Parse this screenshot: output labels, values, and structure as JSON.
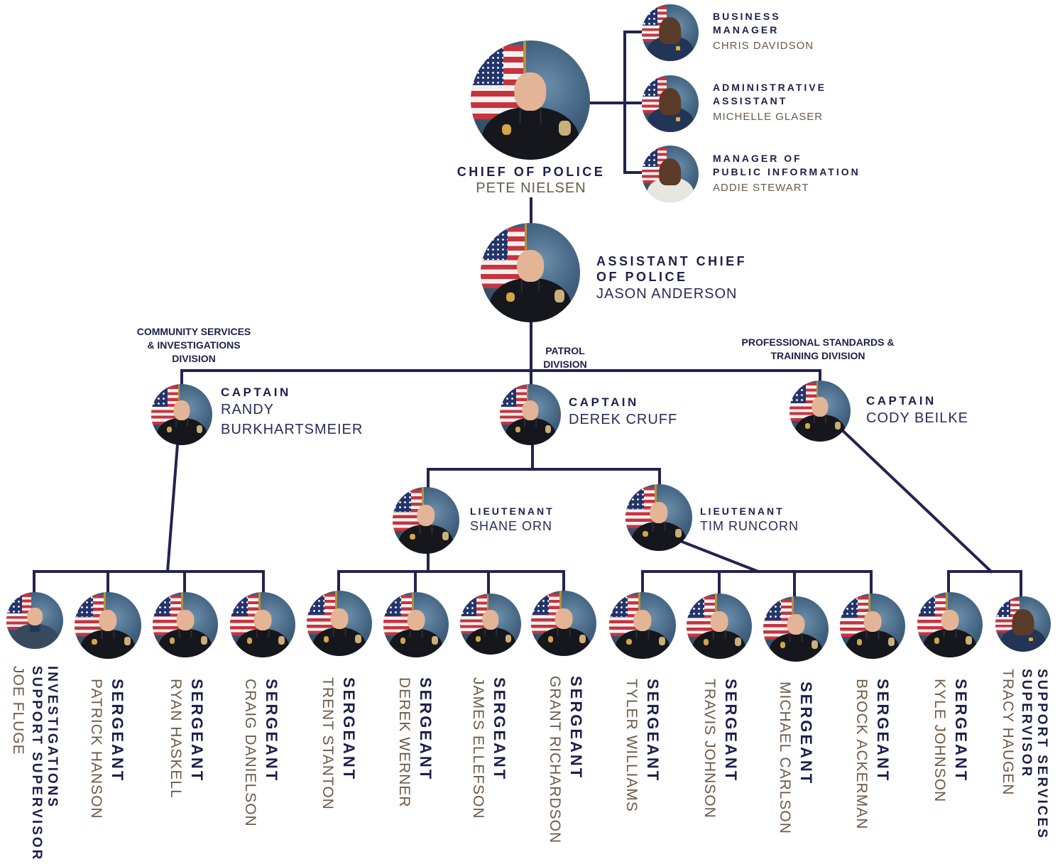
{
  "chief": {
    "role": "CHIEF OF POLICE",
    "name": "PETE NIELSEN"
  },
  "staff": [
    {
      "role_line1": "BUSINESS",
      "role_line2": "MANAGER",
      "name": "CHRIS DAVIDSON"
    },
    {
      "role_line1": "ADMINISTRATIVE",
      "role_line2": "ASSISTANT",
      "name": "MICHELLE GLASER"
    },
    {
      "role_line1": "MANAGER OF",
      "role_line2": "PUBLIC INFORMATION",
      "name": "ADDIE STEWART"
    }
  ],
  "assistant_chief": {
    "role_line1": "ASSISTANT CHIEF",
    "role_line2": "OF POLICE",
    "name": "JASON ANDERSON"
  },
  "divisions": {
    "community": [
      "COMMUNITY SERVICES",
      "& INVESTIGATIONS",
      "DIVISION"
    ],
    "patrol": [
      "PATROL",
      "DIVISION"
    ],
    "professional": [
      "PROFESSIONAL STANDARDS &",
      "TRAINING DIVISION"
    ]
  },
  "captains": [
    {
      "role": "CAPTAIN",
      "name_line1": "RANDY",
      "name_line2": "BURKHARTSMEIER"
    },
    {
      "role": "CAPTAIN",
      "name_line1": "DEREK CRUFF",
      "name_line2": ""
    },
    {
      "role": "CAPTAIN",
      "name_line1": "CODY BEILKE",
      "name_line2": ""
    }
  ],
  "lieutenants": [
    {
      "role": "LIEUTENANT",
      "name": "SHANE ORN"
    },
    {
      "role": "LIEUTENANT",
      "name": "TIM RUNCORN"
    }
  ],
  "sergeants": [
    {
      "role_line1": "INVESTIGATIONS",
      "role_line2": "SUPPORT SUPERVISOR",
      "name": "JOE FLUGE"
    },
    {
      "role_line1": "SERGEANT",
      "role_line2": "",
      "name": "PATRICK HANSON"
    },
    {
      "role_line1": "SERGEANT",
      "role_line2": "",
      "name": "RYAN HASKELL"
    },
    {
      "role_line1": "SERGEANT",
      "role_line2": "",
      "name": "CRAIG DANIELSON"
    },
    {
      "role_line1": "SERGEANT",
      "role_line2": "",
      "name": "TRENT STANTON"
    },
    {
      "role_line1": "SERGEANT",
      "role_line2": "",
      "name": "DEREK WERNER"
    },
    {
      "role_line1": "SERGEANT",
      "role_line2": "",
      "name": "JAMES ELLEFSON"
    },
    {
      "role_line1": "SERGEANT",
      "role_line2": "",
      "name": "GRANT RICHARDSON"
    },
    {
      "role_line1": "SERGEANT",
      "role_line2": "",
      "name": "TYLER WILLIAMS"
    },
    {
      "role_line1": "SERGEANT",
      "role_line2": "",
      "name": "TRAVIS JOHNSON"
    },
    {
      "role_line1": "SERGEANT",
      "role_line2": "",
      "name": "MICHAEL CARLSON"
    },
    {
      "role_line1": "SERGEANT",
      "role_line2": "",
      "name": "BROCK ACKERMAN"
    },
    {
      "role_line1": "SERGEANT",
      "role_line2": "",
      "name": "KYLE JOHNSON"
    },
    {
      "role_line1": "SUPPORT SERVICES",
      "role_line2": "SUPERVISOR",
      "name": "TRACY HAUGEN"
    }
  ]
}
